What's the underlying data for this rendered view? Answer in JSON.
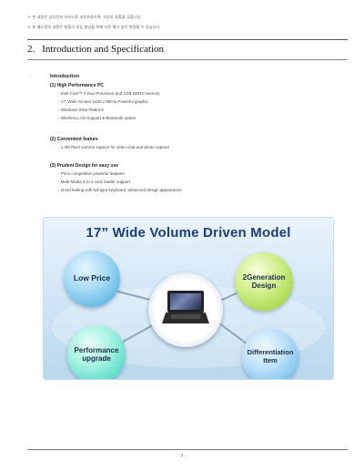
{
  "header": {
    "line1": "※ 본 내용은 삼성전자 서비스용 교육자료이며, 외부로 유출을 금합니다.",
    "line2": "※ 본 매뉴얼의 내용은 제품의 성능 향상을 위해 사전 예고 없이 변경될 수 있습니다."
  },
  "section": {
    "number": "2.",
    "title": "Introduction and Specification"
  },
  "intro": {
    "bullet": "·",
    "heading": "Introduction",
    "groups": [
      {
        "title": "(1) High Performance PC",
        "items": [
          "- Intel Core™ 2 Duo Processor and 1GB DDR2 memory",
          "- 17” Wide Screen 1440 x 900 & Powerful graphic",
          "- Windows Vista Platform",
          "- Wireless LAN Support & Bluetooth option"
        ]
      },
      {
        "title": "(2) Convenient feature",
        "items": [
          "- 1.3M Pixel camera support for video chat and photo capture"
        ]
      },
      {
        "title": "(3) Prudent Design for easy use",
        "items": [
          "- Price competitive powerful features",
          "- Multi Media 4-in-1 card reader support",
          "- Good feeling with full type keyboard, advanced design appearance"
        ]
      }
    ]
  },
  "diagram": {
    "title": "17” Wide Volume Driven Model",
    "nodes": {
      "top_left": "Low Price",
      "top_right": "2Generation Design",
      "bottom_left": "Performance upgrade",
      "bottom_right": "Differentiation Item"
    },
    "colors": {
      "title": "#1c3f73",
      "low_price": "#62b6e6",
      "generation": "#a6d84a",
      "performance": "#55dcc7",
      "differentiation": "#7cc2ee"
    }
  },
  "footer": {
    "page": "- 2 -"
  }
}
